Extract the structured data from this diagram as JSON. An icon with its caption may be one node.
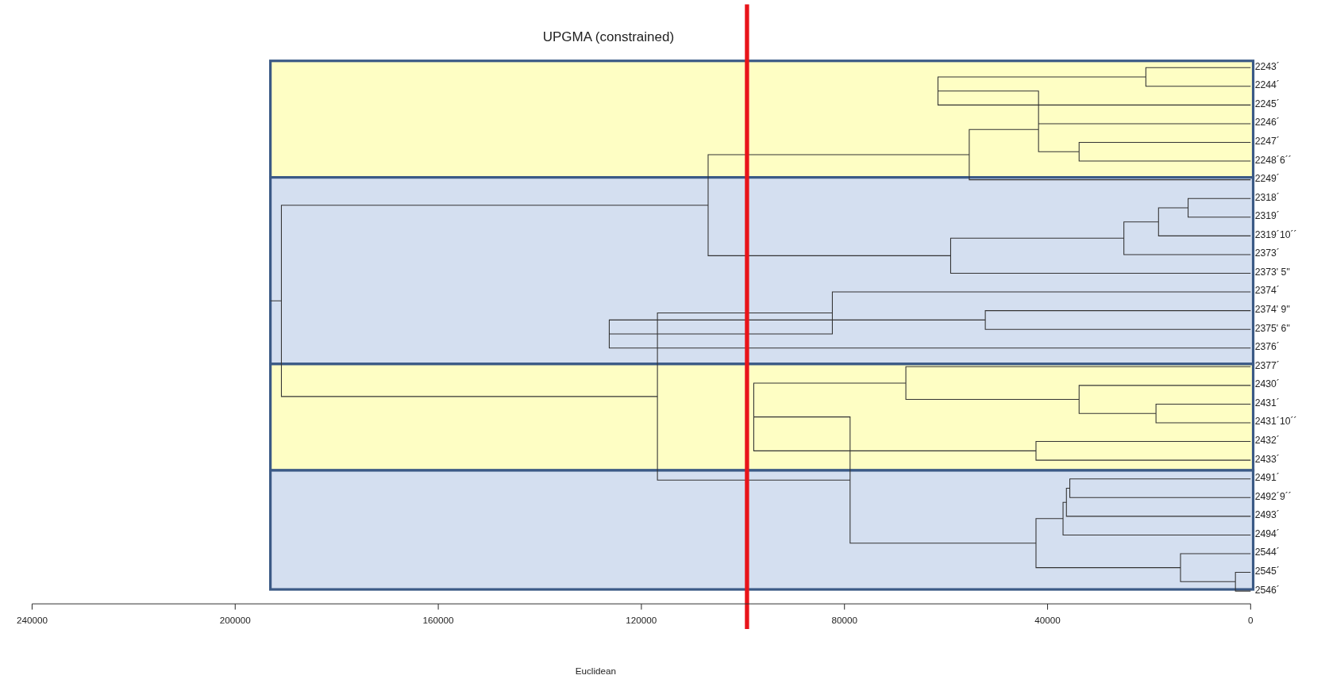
{
  "diagram": {
    "title": "UPGMA (constrained)",
    "labels": [
      "2243´",
      "2244´",
      "2245´",
      "2246´",
      "2247´",
      "2248´6´´",
      "2249´",
      "2318´",
      "2319´",
      "2319´10´´",
      "2373´",
      "2373' 5\"",
      "2374´",
      "2374' 9\"",
      "2375' 6\"",
      "2376´",
      "2377´",
      "2430´",
      "2431´",
      "2431´10´´",
      "2432´",
      "2433´",
      "2491´",
      "2492´9´´",
      "2493´",
      "2494´",
      "2544´",
      "2545´",
      "2546´",
      "240000",
      "200000",
      "160000",
      "120000",
      "80000",
      "40000",
      "0",
      "Euclidean"
    ]
  }
}
